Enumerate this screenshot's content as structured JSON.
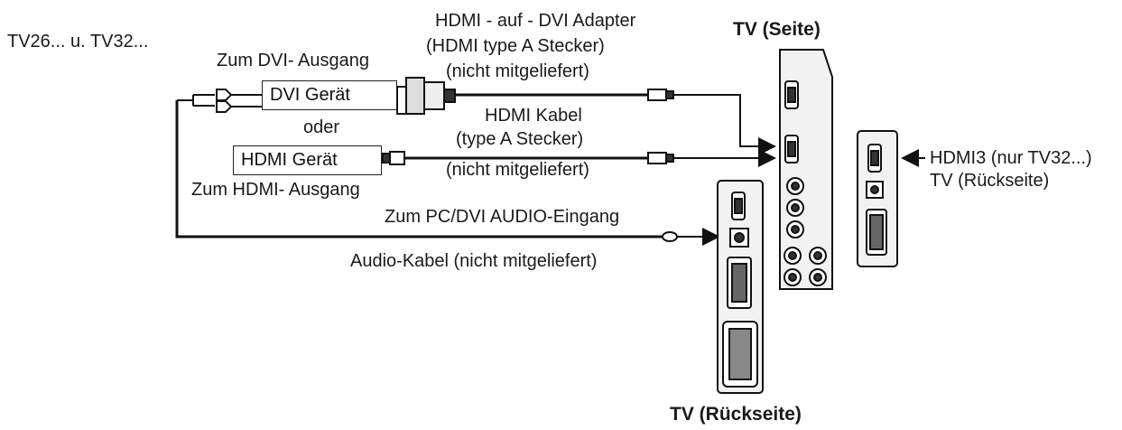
{
  "model_label": "TV26... u. TV32...",
  "side_title": "TV (Seite)",
  "rear_title": "TV (Rückseite)",
  "dvi": {
    "output_label": "Zum DVI- Ausgang",
    "device_label": "DVI Gerät",
    "adapter_line1": "HDMI - auf - DVI Adapter",
    "adapter_line2": "(HDMI type A Stecker)",
    "adapter_line3": "(nicht mitgeliefert)"
  },
  "or_label": "oder",
  "hdmi": {
    "device_label": "HDMI Gerät",
    "output_label": "Zum HDMI- Ausgang",
    "cable_line1": "HDMI Kabel",
    "cable_line2": "(type A Stecker)",
    "cable_line3": "(nicht mitgeliefert)"
  },
  "audio": {
    "input_label": "Zum PC/DVI AUDIO-Eingang",
    "cable_label": "Audio-Kabel (nicht mitgeliefert)"
  },
  "hdmi3": {
    "line1": "HDMI3 (nur TV32...)",
    "line2": "TV (Rückseite)"
  }
}
